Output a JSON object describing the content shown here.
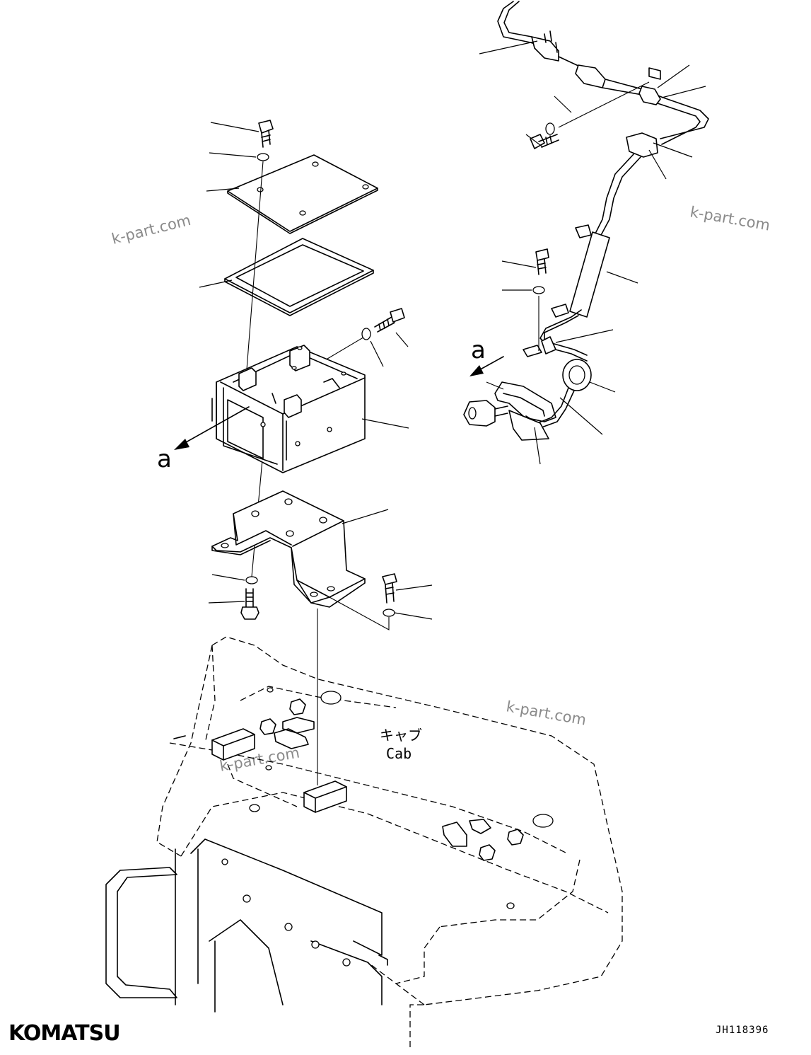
{
  "diagram": {
    "labels": {
      "view_a_main": "a",
      "view_a_harness": "a",
      "cab_jp": "キャブ",
      "cab_en": "Cab"
    },
    "watermarks": [
      "k-part.com",
      "k-part.com",
      "k-part.com",
      "k-part.com"
    ],
    "brand": "KOMATSU",
    "drawing_code": "JH118396"
  }
}
